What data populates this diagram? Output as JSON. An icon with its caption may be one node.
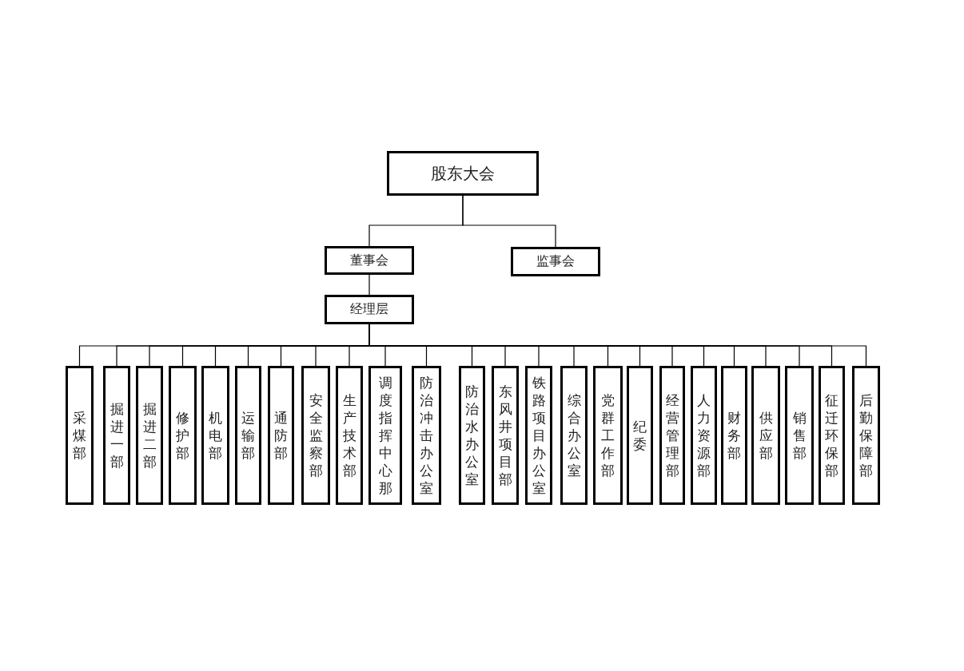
{
  "diagram": {
    "nodes": [
      {
        "text": [
          "股东大会"
        ]
      },
      {
        "text": [
          "董事会"
        ]
      },
      {
        "text": [
          "监事会"
        ]
      },
      {
        "text": [
          "经理层"
        ]
      },
      {
        "text": [
          "采煤部"
        ]
      },
      {
        "text": [
          "掘进一部"
        ]
      },
      {
        "text": [
          "掘进二部"
        ]
      },
      {
        "text": [
          "修护部"
        ]
      },
      {
        "text": [
          "机电部"
        ]
      },
      {
        "text": [
          "运输部"
        ]
      },
      {
        "text": [
          "通防部"
        ]
      },
      {
        "text": [
          "安全监察部"
        ]
      },
      {
        "text": [
          "生产技术部"
        ]
      },
      {
        "text": [
          "调度指挥中心那"
        ]
      },
      {
        "text": [
          "防治冲击办公室"
        ]
      },
      {
        "text": [
          "防治水办公室"
        ]
      },
      {
        "text": [
          "东风井项目部"
        ]
      },
      {
        "text": [
          "铁路项目办公室"
        ]
      },
      {
        "text": [
          "综合办公室"
        ]
      },
      {
        "text": [
          "党群工作部"
        ]
      },
      {
        "text": [
          "纪委"
        ]
      },
      {
        "text": [
          "经营管理部"
        ]
      },
      {
        "text": [
          "人力资源部"
        ]
      },
      {
        "text": [
          "财务部"
        ]
      },
      {
        "text": [
          "供应部"
        ]
      },
      {
        "text": [
          "销售部"
        ]
      },
      {
        "text": [
          "征迁环保部"
        ]
      },
      {
        "text": [
          "后勤保障部"
        ]
      }
    ],
    "edges": [
      {
        "from": 0,
        "to": 1,
        "arrow": "none"
      },
      {
        "from": 0,
        "to": 2,
        "arrow": "none"
      },
      {
        "from": 1,
        "to": 3,
        "arrow": "none"
      },
      {
        "from": 3,
        "to": 4,
        "arrow": "none"
      },
      {
        "from": 3,
        "to": 5,
        "arrow": "none"
      },
      {
        "from": 3,
        "to": 6,
        "arrow": "none"
      },
      {
        "from": 3,
        "to": 7,
        "arrow": "none"
      },
      {
        "from": 3,
        "to": 8,
        "arrow": "none"
      },
      {
        "from": 3,
        "to": 9,
        "arrow": "none"
      },
      {
        "from": 3,
        "to": 10,
        "arrow": "none"
      },
      {
        "from": 3,
        "to": 11,
        "arrow": "none"
      },
      {
        "from": 3,
        "to": 12,
        "arrow": "none"
      },
      {
        "from": 3,
        "to": 13,
        "arrow": "none"
      },
      {
        "from": 3,
        "to": 14,
        "arrow": "none"
      },
      {
        "from": 3,
        "to": 15,
        "arrow": "none"
      },
      {
        "from": 3,
        "to": 16,
        "arrow": "none"
      },
      {
        "from": 3,
        "to": 17,
        "arrow": "none"
      },
      {
        "from": 3,
        "to": 18,
        "arrow": "none"
      },
      {
        "from": 3,
        "to": 19,
        "arrow": "none"
      },
      {
        "from": 3,
        "to": 20,
        "arrow": "none"
      },
      {
        "from": 3,
        "to": 21,
        "arrow": "none"
      },
      {
        "from": 3,
        "to": 22,
        "arrow": "none"
      },
      {
        "from": 3,
        "to": 23,
        "arrow": "none"
      },
      {
        "from": 3,
        "to": 24,
        "arrow": "none"
      },
      {
        "from": 3,
        "to": 25,
        "arrow": "none"
      },
      {
        "from": 3,
        "to": 26,
        "arrow": "none"
      },
      {
        "from": 3,
        "to": 27,
        "arrow": "none"
      }
    ]
  }
}
